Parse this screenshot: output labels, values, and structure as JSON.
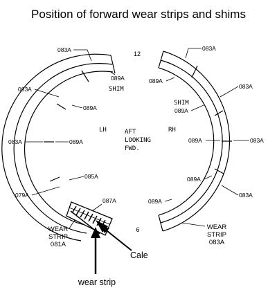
{
  "title": "Position of forward wear strips and shims",
  "clock": {
    "top": "12",
    "bottom": "6"
  },
  "side": {
    "left": "LH",
    "right": "RH"
  },
  "view": {
    "line1": "AFT",
    "line2": "LOOKING",
    "line3": "FWD."
  },
  "left_arc": {
    "outer_labels": [
      "083A",
      "083A",
      "083A",
      "079A"
    ],
    "inner_labels": [
      "089A",
      "089A",
      "085A",
      "087A"
    ],
    "shim_label": "SHIM",
    "wear_strip": {
      "line1": "WEAR",
      "line2": "STRIP",
      "line3": "081A"
    }
  },
  "right_arc": {
    "outer_labels": [
      "083A",
      "083A",
      "083A",
      "083A"
    ],
    "inner_labels": [
      "089A",
      "089A",
      "089A",
      "089A"
    ],
    "shim": {
      "line1": "SHIM",
      "line2": "089A"
    },
    "wear_strip": {
      "line1": "WEAR",
      "line2": "STRIP",
      "line3": "083A"
    }
  },
  "annotations": {
    "cale": "Cale",
    "wear_strip": "wear strip"
  }
}
